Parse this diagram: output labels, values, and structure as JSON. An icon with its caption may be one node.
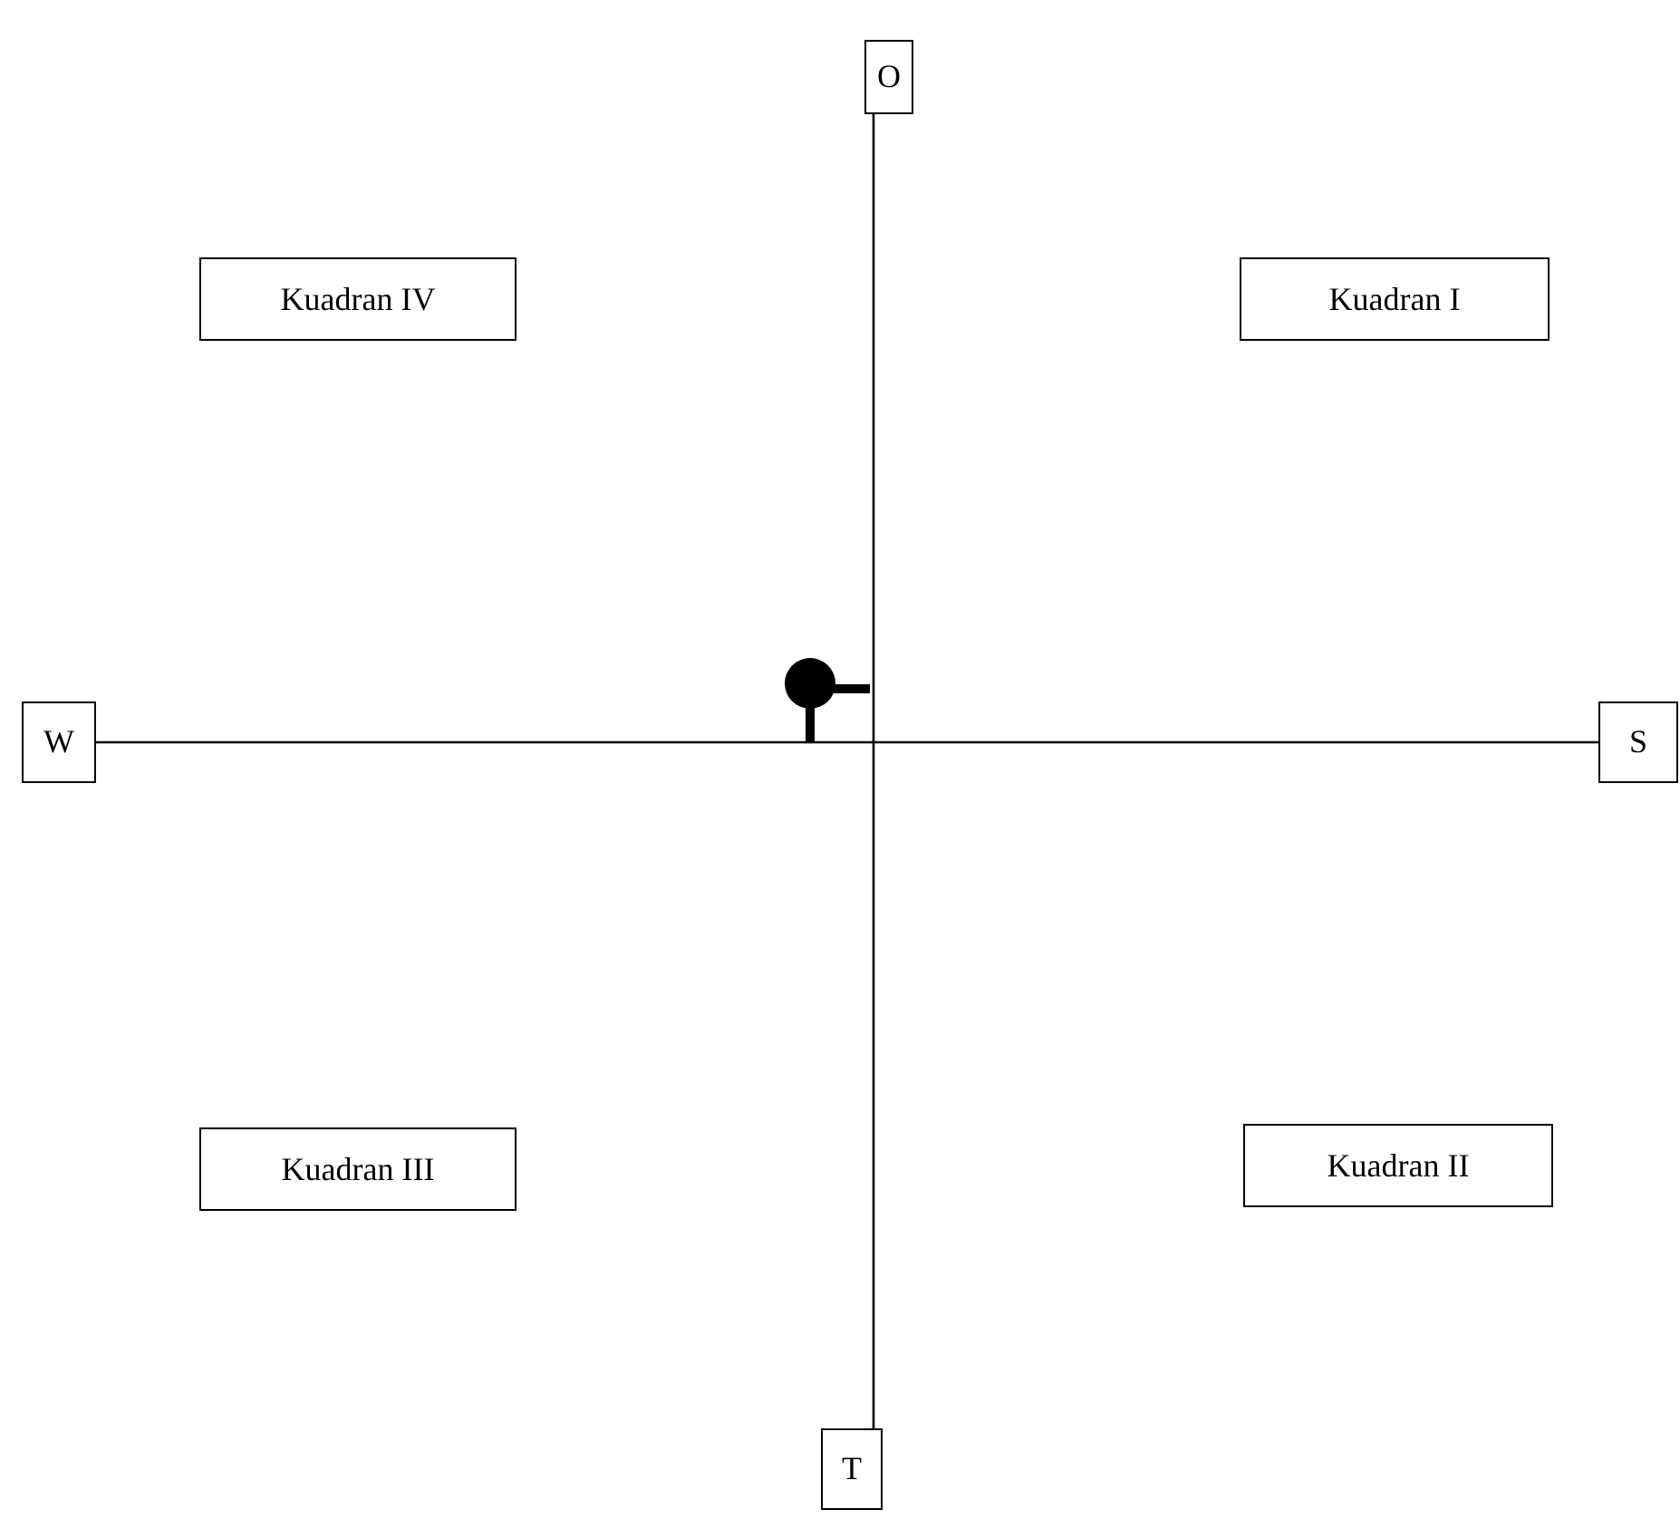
{
  "diagram": {
    "nodes": [
      {
        "text": [
          "O"
        ]
      },
      {
        "text": [
          "Kuadran IV"
        ]
      },
      {
        "text": [
          "Kuadran I"
        ]
      },
      {
        "text": [
          "W"
        ]
      },
      {
        "text": [
          "S"
        ]
      },
      {
        "text": [
          "Kuadran III"
        ]
      },
      {
        "text": [
          "Kuadran II"
        ]
      },
      {
        "text": [
          "T"
        ]
      }
    ],
    "edges": [
      {
        "from": 0,
        "to": 7,
        "arrow": "none"
      },
      {
        "from": 3,
        "to": 4,
        "arrow": "none"
      }
    ]
  }
}
